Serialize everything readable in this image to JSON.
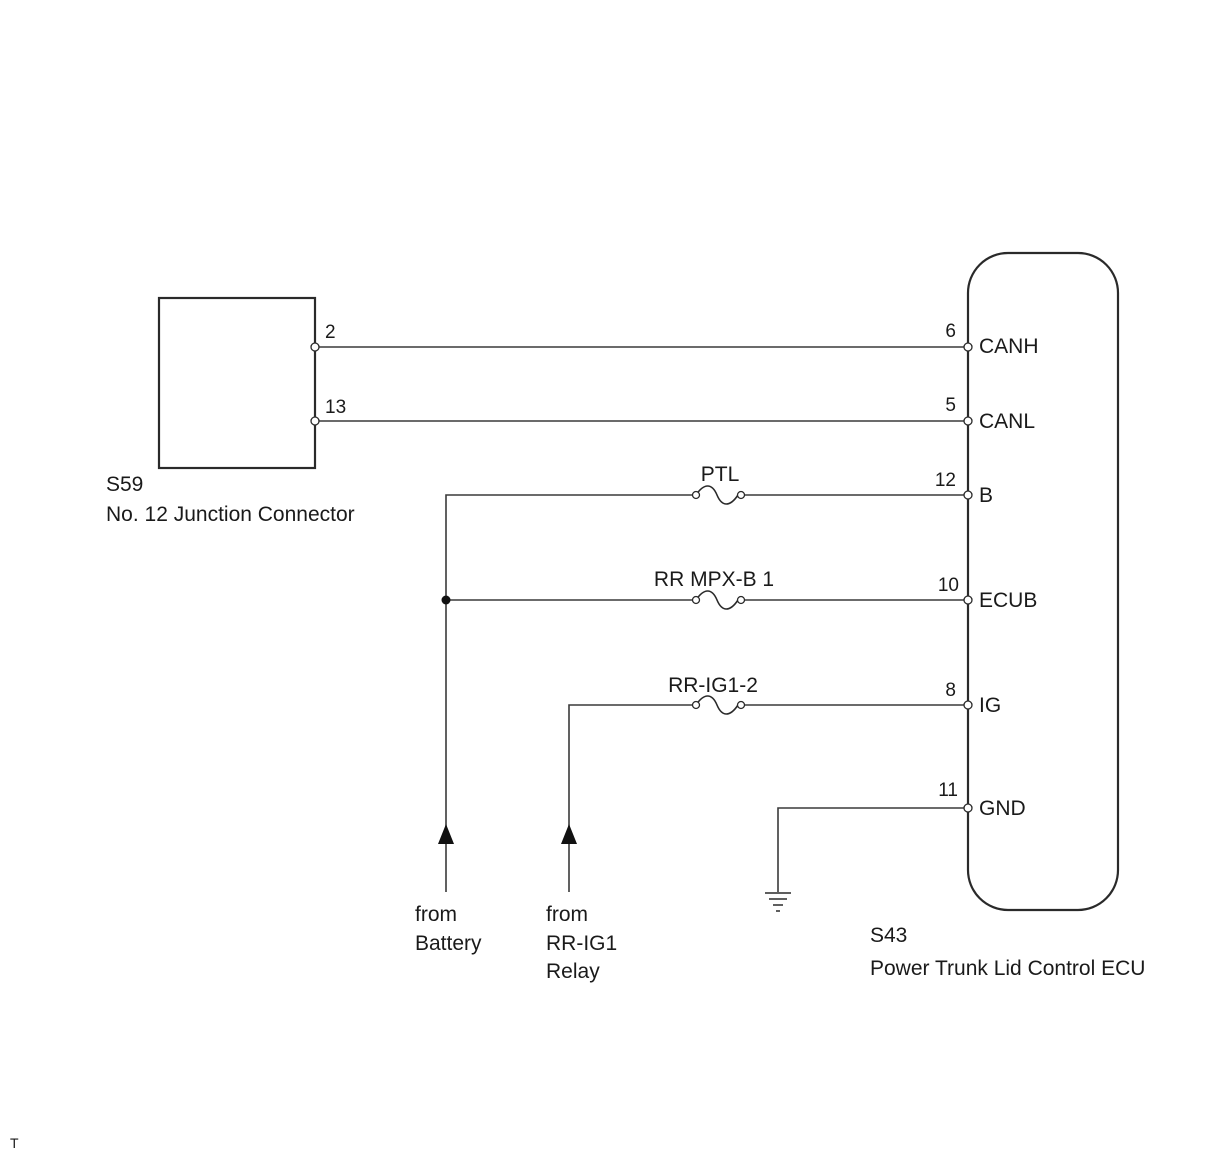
{
  "junction_connector": {
    "code": "S59",
    "name": "No. 12 Junction Connector",
    "pins": [
      "2",
      "13"
    ]
  },
  "ecu": {
    "code": "S43",
    "name": "Power Trunk Lid Control ECU",
    "terminals": [
      {
        "pin": "6",
        "name": "CANH"
      },
      {
        "pin": "5",
        "name": "CANL"
      },
      {
        "pin": "12",
        "name": "B"
      },
      {
        "pin": "10",
        "name": "ECUB"
      },
      {
        "pin": "8",
        "name": "IG"
      },
      {
        "pin": "11",
        "name": "GND"
      }
    ]
  },
  "fuses": [
    "PTL",
    "RR MPX-B 1",
    "RR-IG1-2"
  ],
  "sources": {
    "battery": [
      "from",
      "Battery"
    ],
    "relay": [
      "from",
      "RR-IG1",
      "Relay"
    ]
  },
  "footer_mark": "T"
}
